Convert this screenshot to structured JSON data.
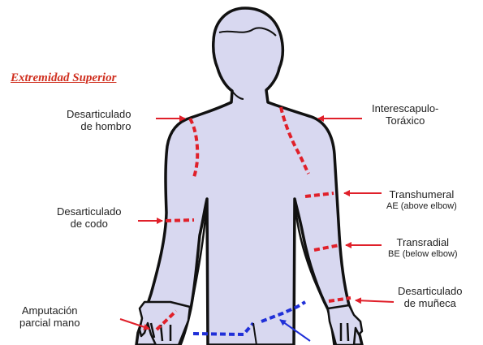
{
  "section_title": "Extremidad Superior",
  "colors": {
    "body_fill": "#d8d8f0",
    "outline": "#111111",
    "amputation_line": "#e0202a",
    "arrow_red": "#e0202a",
    "lower_line": "#2030d8",
    "title": "#d03020"
  },
  "labels": {
    "desarticulado_hombro": {
      "line1": "Desarticulado",
      "line2": "de hombro"
    },
    "interescapulo_toraxico": {
      "line1": "Interescapulo-",
      "line2": "Toráxico"
    },
    "desarticulado_codo": {
      "line1": "Desarticulado",
      "line2": "de codo"
    },
    "transhumeral": {
      "line1": "Transhumeral",
      "line2": "AE (above elbow)"
    },
    "transradial": {
      "line1": "Transradial",
      "line2": "BE (below elbow)"
    },
    "desarticulado_muneca": {
      "line1": "Desarticulado",
      "line2": "de muñeca"
    },
    "amputacion_parcial_mano": {
      "line1": "Amputación",
      "line2": "parcial mano"
    }
  }
}
